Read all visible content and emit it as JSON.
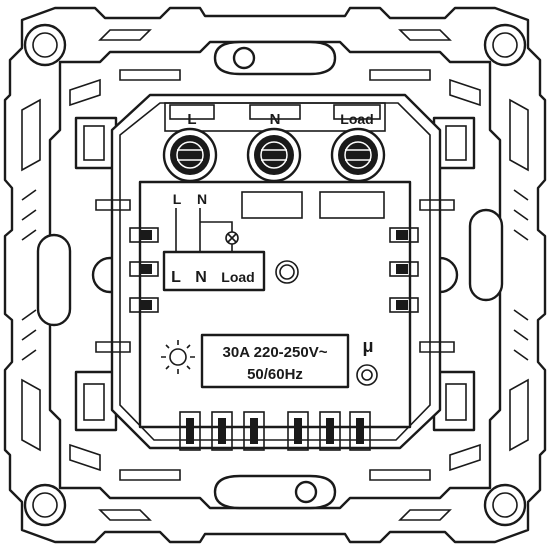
{
  "terminals": {
    "l": "L",
    "n": "N",
    "load": "Load"
  },
  "schematic": {
    "top_l": "L",
    "top_n": "N",
    "box_l": "L",
    "box_n": "N",
    "box_load": "Load"
  },
  "rating": {
    "line1": "30A 220-250V~",
    "line2": "50/60Hz"
  },
  "micro_symbol": "μ",
  "icons": [
    "lamp-icon",
    "lamp-symbol-icon",
    "micro-gap-icon",
    "mounting-hole-icon",
    "terminal-screw-icon"
  ],
  "colors": {
    "line": "#1a1a1a",
    "background": "#ffffff"
  }
}
